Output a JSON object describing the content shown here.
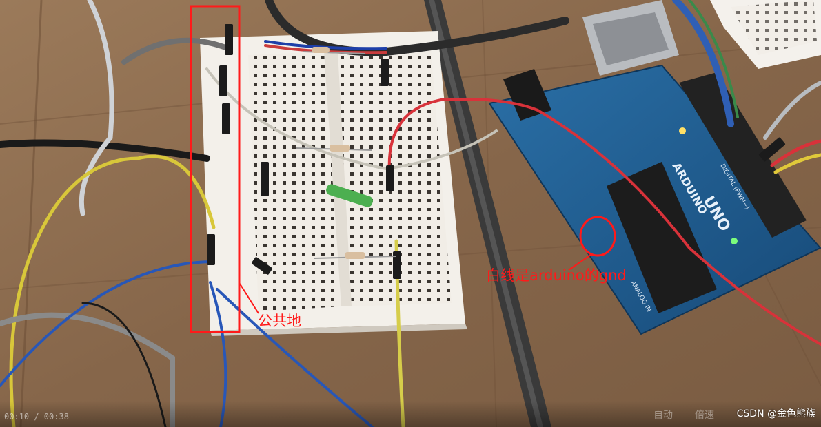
{
  "annotations": {
    "gnd_note": "白线是arduino的gnd",
    "common_ground": "公共地"
  },
  "board": {
    "brand": "ARDUINO",
    "model": "UNO",
    "digital_label": "DIGITAL (PWM~)",
    "analog_label": "ANALOG IN"
  },
  "player": {
    "time": "00:10 / 00:38",
    "auto_label": "自动",
    "speed_label": "倍速"
  },
  "watermark": "CSDN @金色熊族",
  "colors": {
    "annotation_red": "#ff1a1a",
    "board_blue": "#1d5a8c",
    "wood": "#8a6a4e"
  }
}
